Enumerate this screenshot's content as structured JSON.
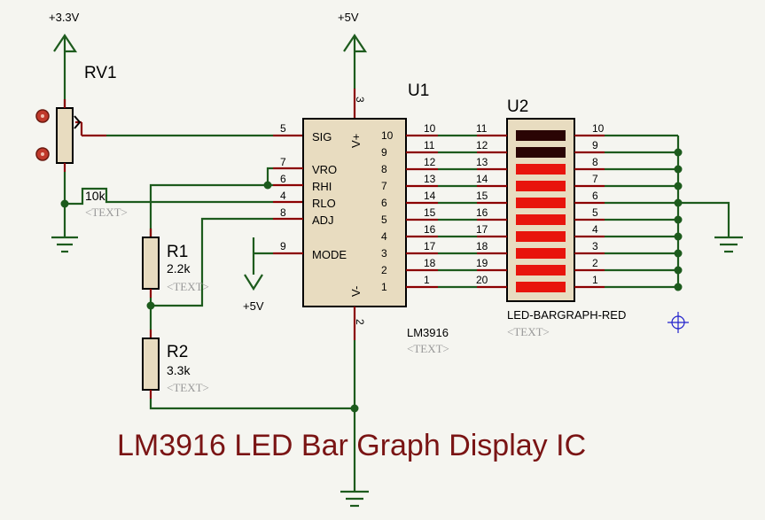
{
  "supply": {
    "v33": "+3.3V",
    "v5_top": "+5V",
    "v5_mode": "+5V"
  },
  "rv1": {
    "ref": "RV1",
    "value": "10k",
    "text": "<TEXT>"
  },
  "r1": {
    "ref": "R1",
    "value": "2.2k",
    "text": "<TEXT>"
  },
  "r2": {
    "ref": "R2",
    "value": "3.3k",
    "text": "<TEXT>"
  },
  "u1": {
    "ref": "U1",
    "part": "LM3916",
    "text": "<TEXT>",
    "left_pins": [
      {
        "num": "5",
        "name": "SIG"
      },
      {
        "num": "7",
        "name": "VRO"
      },
      {
        "num": "6",
        "name": "RHI"
      },
      {
        "num": "4",
        "name": "RLO"
      },
      {
        "num": "8",
        "name": "ADJ"
      },
      {
        "num": "9",
        "name": "MODE"
      }
    ],
    "vplus": "V+",
    "vminus": "V-",
    "top_pin": "3",
    "bottom_pin": "2",
    "right_pins": [
      {
        "inner": "10",
        "outer": "10"
      },
      {
        "inner": "9",
        "outer": "11"
      },
      {
        "inner": "8",
        "outer": "12"
      },
      {
        "inner": "7",
        "outer": "13"
      },
      {
        "inner": "6",
        "outer": "14"
      },
      {
        "inner": "5",
        "outer": "15"
      },
      {
        "inner": "4",
        "outer": "16"
      },
      {
        "inner": "3",
        "outer": "17"
      },
      {
        "inner": "2",
        "outer": "18"
      },
      {
        "inner": "1",
        "outer": "1"
      }
    ]
  },
  "u2": {
    "ref": "U2",
    "part": "LED-BARGRAPH-RED",
    "text": "<TEXT>",
    "left_pins": [
      "11",
      "12",
      "13",
      "14",
      "15",
      "16",
      "17",
      "18",
      "19",
      "20"
    ],
    "right_pins": [
      "10",
      "9",
      "8",
      "7",
      "6",
      "5",
      "4",
      "3",
      "2",
      "1"
    ],
    "lit_segments": 8,
    "segment_on_color": "#e8140c",
    "segment_off_color": "#2a0404"
  },
  "caption": "LM3916 LED Bar Graph Display IC"
}
